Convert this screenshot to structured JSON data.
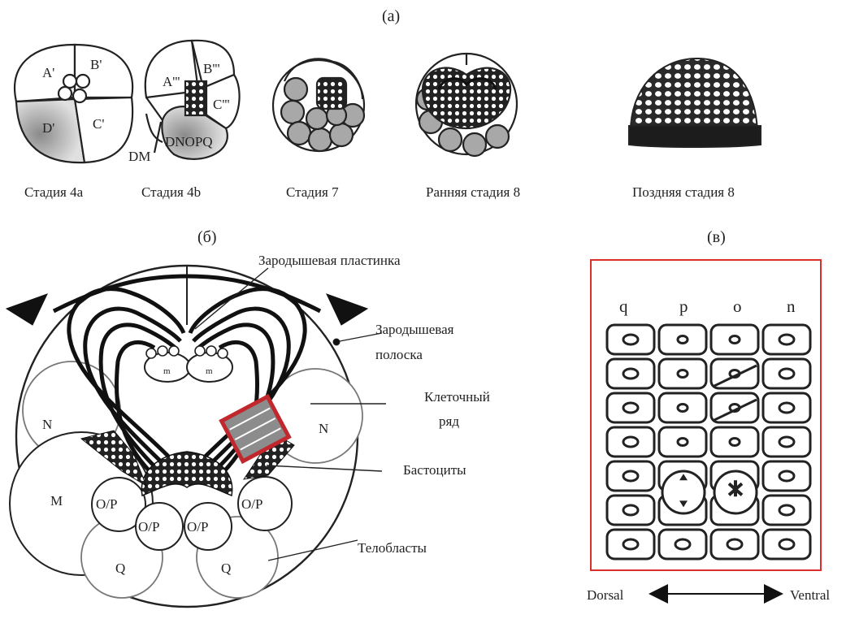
{
  "panels": {
    "a": "(a)",
    "b": "(б)",
    "c": "(в)"
  },
  "stages": [
    {
      "caption": "Стадия 4а",
      "labels": [
        "A'",
        "B'",
        "D'",
        "C'"
      ]
    },
    {
      "caption": "Стадия 4b",
      "labels": [
        "A'''",
        "B'''",
        "C'''",
        "DM",
        "DNOPQ"
      ]
    },
    {
      "caption": "Стадия 7"
    },
    {
      "caption": "Ранняя стадия 8"
    },
    {
      "caption": "Поздняя стадия 8"
    }
  ],
  "embryo": {
    "cells": {
      "n": "N",
      "m": "M",
      "op": "O/P",
      "q": "Q",
      "small_m": "m"
    },
    "annotations": {
      "germinal_plate": "Зародышевая пластинка",
      "germinal_band_1": "Зародышевая",
      "germinal_band_2": "полоска",
      "cell_row_1": "Клеточный",
      "cell_row_2": "ряд",
      "blastocytes": "Бастоциты",
      "teloblasts": "Телобласты"
    }
  },
  "grid": {
    "columns": [
      "q",
      "p",
      "o",
      "n"
    ],
    "axis_left": "Dorsal",
    "axis_right": "Ventral",
    "frame_color": "#d9302c"
  },
  "colors": {
    "shade": "#9a9a9a",
    "ink": "#1a1a1a",
    "highlight": "#c0282d"
  }
}
